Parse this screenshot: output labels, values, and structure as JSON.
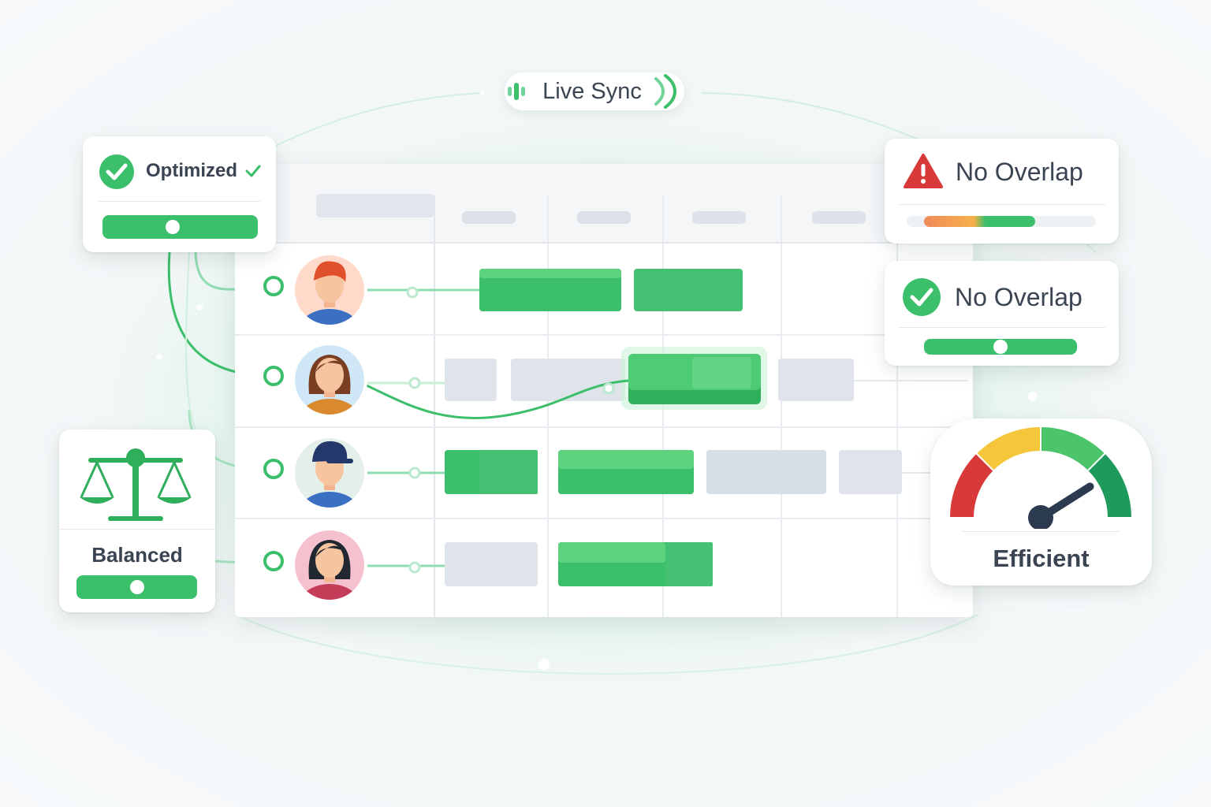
{
  "live_sync": {
    "label": "Live Sync"
  },
  "optimized_card": {
    "label": "Optimized",
    "slider_level": 0.45
  },
  "overlap_warning_card": {
    "label": "No Overlap",
    "bar_fill": 0.68
  },
  "overlap_ok_card": {
    "label": "No Overlap",
    "slider_level": 0.5
  },
  "balanced_card": {
    "label": "Balanced",
    "slider_level": 0.5
  },
  "efficiency_card": {
    "label": "Efficient",
    "gauge_level": 0.82
  },
  "colors": {
    "accent_green": "#3cbf6a",
    "dark_green": "#1e9a5c",
    "warning_red": "#d83a3a",
    "orange": "#f08a5a",
    "yellow": "#f6c63a",
    "text_dark": "#3a4452"
  },
  "icons": [
    "sync-waves-icon",
    "check-circle-icon",
    "warning-icon",
    "scales-icon",
    "gauge-icon",
    "avatar-icon"
  ],
  "schedule": {
    "people": [
      {
        "name": "person-1",
        "hair": "#e0502a",
        "shirt": "#3a6fc4",
        "bg": "#ffd9c9"
      },
      {
        "name": "person-2",
        "hair": "#7a3e22",
        "shirt": "#d98a2e",
        "bg": "#cfe7f6"
      },
      {
        "name": "person-3",
        "hair": "#24386b",
        "shirt": "#3a6fc4",
        "bg": "#e3efe8"
      },
      {
        "name": "person-4",
        "hair": "#222831",
        "shirt": "#c63d5a",
        "bg": "#f6c1cf"
      }
    ]
  }
}
